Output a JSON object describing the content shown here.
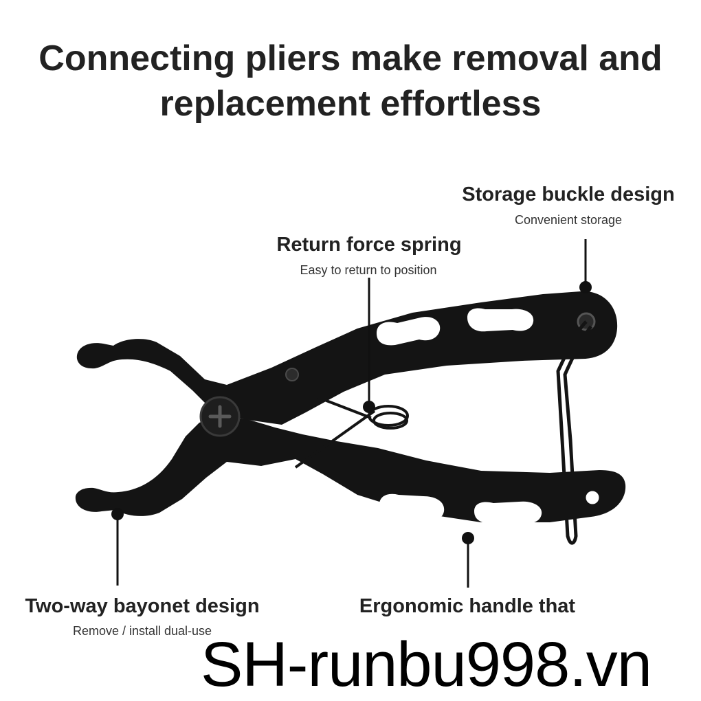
{
  "headline": {
    "line1": "Connecting pliers make removal and",
    "line2": "replacement effortless"
  },
  "callouts": {
    "storage": {
      "title": "Storage buckle design",
      "subtitle": "Convenient storage"
    },
    "spring": {
      "title": "Return force spring",
      "subtitle": "Easy to return to position"
    },
    "bayonet": {
      "title": "Two-way bayonet design",
      "subtitle": "Remove / install dual-use"
    },
    "handle": {
      "title": "Ergonomic handle that"
    }
  },
  "watermark": "SH-runbu998.vn",
  "colors": {
    "text": "#222222",
    "tool_body": "#141414",
    "background": "#ffffff"
  },
  "icons": {
    "product": "chain-link-pliers-icon"
  }
}
